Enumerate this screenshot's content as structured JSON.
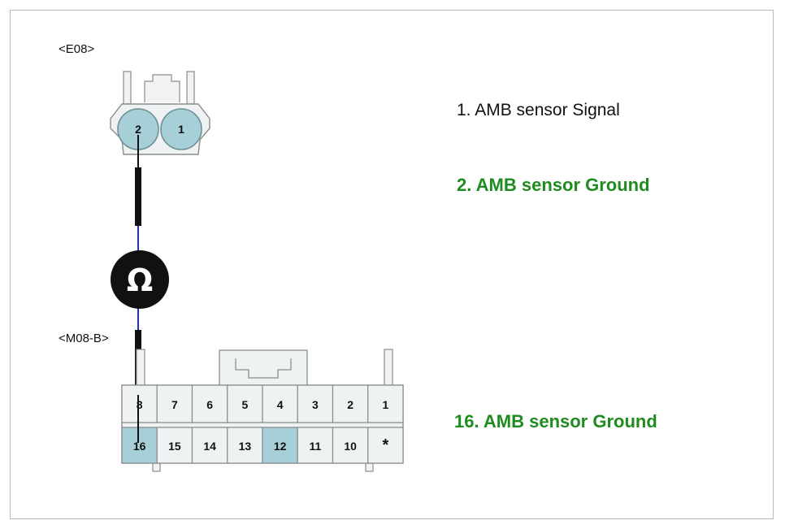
{
  "connectors": {
    "e08": {
      "label": "<E08>",
      "pins": [
        {
          "number": "2",
          "highlighted": true
        },
        {
          "number": "1",
          "highlighted": true
        }
      ]
    },
    "m08b": {
      "label": "<M08-B>",
      "top_row": [
        {
          "number": "8",
          "highlighted": false
        },
        {
          "number": "7",
          "highlighted": false
        },
        {
          "number": "6",
          "highlighted": false
        },
        {
          "number": "5",
          "highlighted": false
        },
        {
          "number": "4",
          "highlighted": false
        },
        {
          "number": "3",
          "highlighted": false
        },
        {
          "number": "2",
          "highlighted": false
        },
        {
          "number": "1",
          "highlighted": false
        }
      ],
      "bottom_row": [
        {
          "number": "16",
          "highlighted": true
        },
        {
          "number": "15",
          "highlighted": false
        },
        {
          "number": "14",
          "highlighted": false
        },
        {
          "number": "13",
          "highlighted": false
        },
        {
          "number": "12",
          "highlighted": true
        },
        {
          "number": "11",
          "highlighted": false
        },
        {
          "number": "10",
          "highlighted": false
        },
        {
          "number": "*",
          "highlighted": false
        }
      ]
    }
  },
  "meter": {
    "symbol": "Ω",
    "icon": "ohmmeter-icon"
  },
  "legend": {
    "item1": "1. AMB sensor Signal",
    "item2": "2. AMB sensor Ground",
    "item3": "16. AMB sensor Ground"
  },
  "colors": {
    "pin_highlight": "#a6cfd8",
    "cell_fill": "#eef2f3",
    "green_text": "#1f8c1f",
    "wire_blue": "#1c2fd6",
    "probe_black": "#111111"
  }
}
